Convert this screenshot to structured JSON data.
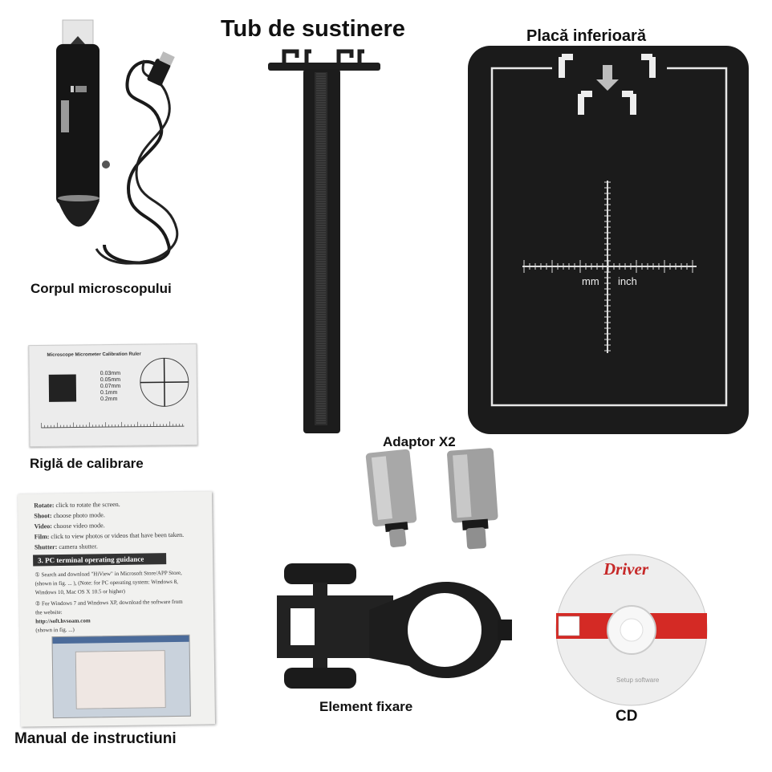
{
  "labels": {
    "tube": "Tub de sustinere",
    "plate": "Placă inferioară",
    "body": "Corpul microscopului",
    "ruler": "Riglă de calibrare",
    "manual": "Manual de instructiuni",
    "adaptor": "Adaptor X2",
    "mount": "Element fixare",
    "cd": "CD"
  },
  "plate_marks": {
    "mm": "mm",
    "inch": "inch"
  },
  "ruler_card": {
    "title": "Microscope Micrometer Calibration Ruler",
    "values": [
      "0.03mm",
      "0.05mm",
      "0.07mm",
      "0.1mm",
      "0.2mm"
    ]
  },
  "manual_text": {
    "line1_key": "Rotate:",
    "line1_val": " click to rotate the screen.",
    "line2_key": "Shoot:",
    "line2_val": " choose photo mode.",
    "line3_key": "Video:",
    "line3_val": " choose video mode.",
    "line4_key": "Film:",
    "line4_val": " click to view photos or videos that have been taken.",
    "line5_key": "Shutter:",
    "line5_val": " camera shutter.",
    "section": "3. PC terminal operating guidance",
    "step1": "① Search and download \"HiView\" in Microsoft Store/APP Store,",
    "step1b": "(shown in fig. ... ), (Note: for PC operating system: Windows 8,",
    "step1c": "Windows 10, Mac OS X 10.5 or higher)",
    "step2": "② For Windows 7 and Windows XP, download the software from",
    "step2b": "the website:",
    "url": "http://soft.hvsoam.com",
    "step2c": "(shown in fig. ...)"
  },
  "cd": {
    "title": "Driver",
    "sub": "Setup software"
  },
  "colors": {
    "cd_red": "#d42a25",
    "plate_black": "#1b1b1b",
    "text": "#111111"
  }
}
